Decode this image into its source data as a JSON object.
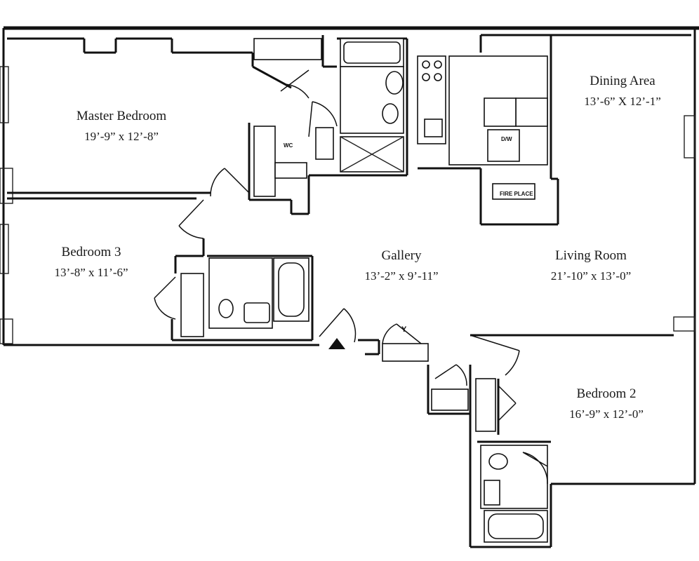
{
  "rooms": {
    "master_bedroom": {
      "name": "Master Bedroom",
      "dims": "19’-9” x 12’-8”"
    },
    "dining_area": {
      "name": "Dining Area",
      "dims": "13’-6” X 12’-1”"
    },
    "bedroom_3": {
      "name": "Bedroom 3",
      "dims": "13’-8” x 11’-6”"
    },
    "gallery": {
      "name": "Gallery",
      "dims": "13’-2” x 9’-11”"
    },
    "living_room": {
      "name": "Living Room",
      "dims": "21’-10” x 13’-0”"
    },
    "bedroom_2": {
      "name": "Bedroom 2",
      "dims": "16’-9” x 12’-0”"
    }
  },
  "fixtures": {
    "wc": "WC",
    "fireplace": "FIRE PLACE",
    "dishwasher": "D/W",
    "closet_marker": "Y"
  },
  "colors": {
    "ink": "#111111",
    "paper": "#ffffff"
  }
}
